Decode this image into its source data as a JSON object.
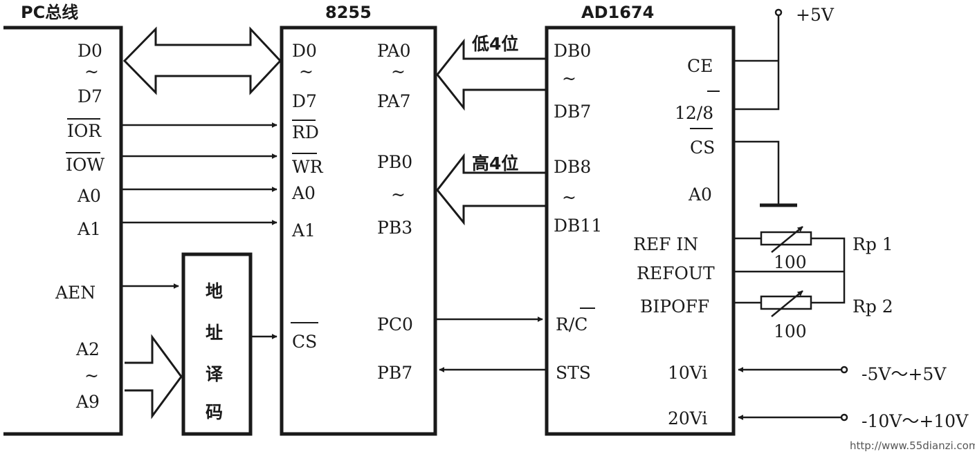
{
  "pc_bus": {
    "title": "PC总线",
    "pins": [
      "D0",
      "~",
      "D7",
      "IOR",
      "IOW",
      "A0",
      "A1",
      "AEN",
      "A2",
      "~",
      "A9"
    ]
  },
  "chip_8255": {
    "title": "8255",
    "left_pins": [
      "D0",
      "~",
      "D7",
      "RD",
      "WR",
      "A0",
      "A1",
      "CS"
    ],
    "right_pins": [
      "PA0",
      "~",
      "PA7",
      "PB0",
      "~",
      "PB3",
      "PC0",
      "PB7"
    ]
  },
  "ad1674": {
    "title": "AD1674",
    "left_pins": [
      "DB0",
      "~",
      "DB7",
      "DB8",
      "~",
      "DB11",
      "R/C",
      "STS"
    ],
    "right_pins": [
      "CE",
      "12/8",
      "CS",
      "A0",
      "REF IN",
      "REFOUT",
      "BIPOFF",
      "10Vi",
      "20Vi"
    ]
  },
  "decoder": {
    "chars": [
      "地",
      "址",
      "译",
      "码"
    ]
  },
  "labels": {
    "low_nibble": "低4位",
    "high_nibble": "高4位",
    "supply": "+5V",
    "rp1": "Rp 1",
    "rp2": "Rp 2",
    "r1_value": "100",
    "r2_value": "100",
    "input_10v": "-5V～+5V",
    "input_20v": "-10V～+10V"
  },
  "watermark": "http://www.55dianzi.com"
}
